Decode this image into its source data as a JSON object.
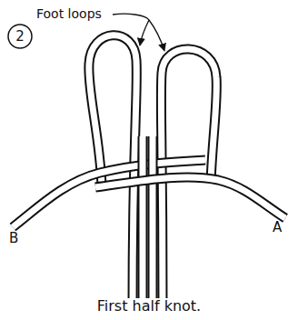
{
  "diagram": {
    "caption": "First half knot.",
    "labels": [
      "Foot loops",
      "2",
      "B",
      "A"
    ]
  }
}
